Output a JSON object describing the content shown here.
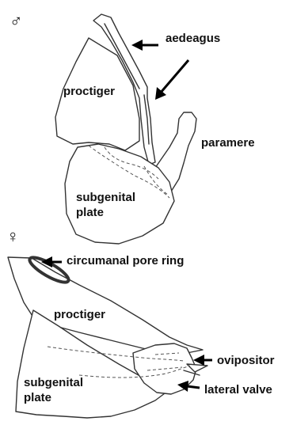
{
  "male": {
    "symbol": "♂",
    "labels": {
      "aedeagus": "aedeagus",
      "proctiger": "proctiger",
      "paramere": "paramere",
      "subgenital_line1": "subgenital",
      "subgenital_line2": "plate"
    }
  },
  "female": {
    "symbol": "♀",
    "labels": {
      "circumanal": "circumanal pore ring",
      "proctiger": "proctiger",
      "ovipositor": "ovipositor",
      "lateral_valve": "lateral valve",
      "subgenital_line1": "subgenital",
      "subgenital_line2": "plate"
    }
  }
}
